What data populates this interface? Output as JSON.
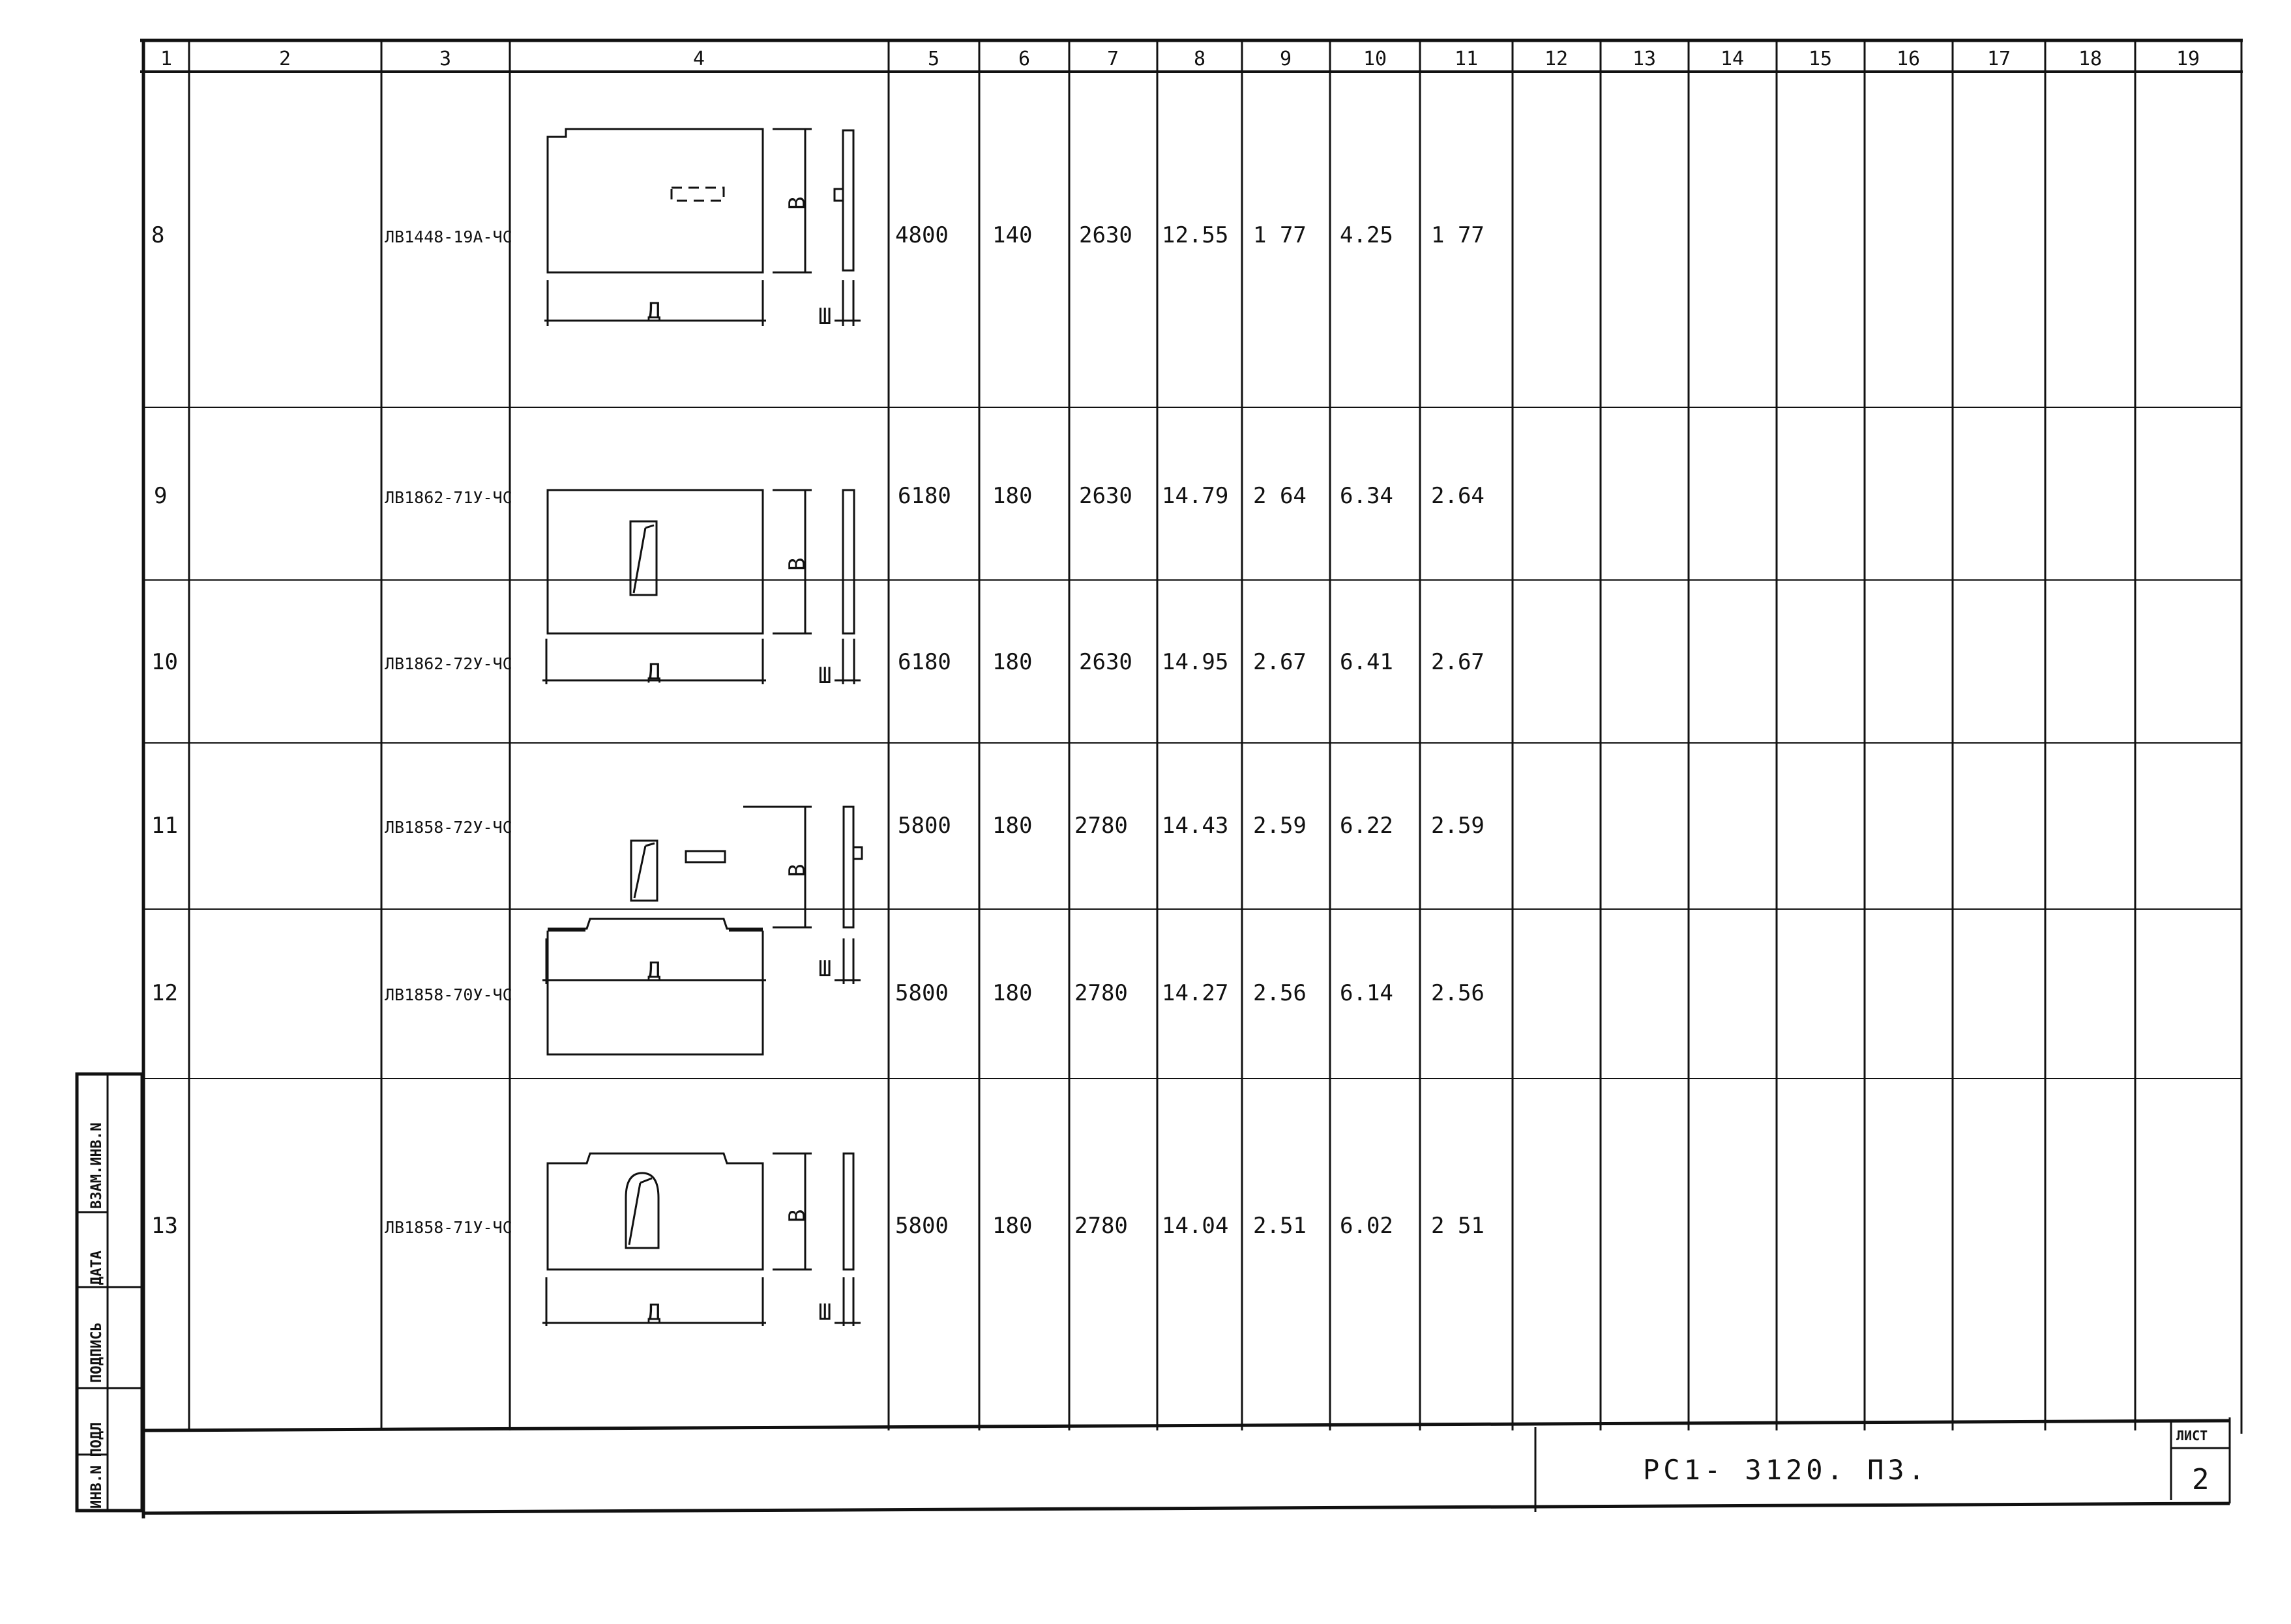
{
  "column_headers": [
    "1",
    "2",
    "3",
    "4",
    "5",
    "6",
    "7",
    "8",
    "9",
    "10",
    "11",
    "12",
    "13",
    "14",
    "15",
    "16",
    "17",
    "18",
    "19"
  ],
  "rows": [
    {
      "num": "8",
      "mark": "ЛВ1448-19А-ЧС",
      "v5": "4800",
      "v6": "140",
      "v7": "2630",
      "v8": "12.55",
      "v9": "1 77",
      "v10": "4.25",
      "v11": "1 77"
    },
    {
      "num": "9",
      "mark": "ЛВ1862-71У-ЧС",
      "v5": "6180",
      "v6": "180",
      "v7": "2630",
      "v8": "14.79",
      "v9": "2 64",
      "v10": "6.34",
      "v11": "2.64"
    },
    {
      "num": "10",
      "mark": "ЛВ1862-72У-ЧС",
      "v5": "6180",
      "v6": "180",
      "v7": "2630",
      "v8": "14.95",
      "v9": "2.67",
      "v10": "6.41",
      "v11": "2.67"
    },
    {
      "num": "11",
      "mark": "ЛВ1858-72У-ЧС",
      "v5": "5800",
      "v6": "180",
      "v7": "2780",
      "v8": "14.43",
      "v9": "2.59",
      "v10": "6.22",
      "v11": "2.59"
    },
    {
      "num": "12",
      "mark": "ЛВ1858-70У-ЧС",
      "v5": "5800",
      "v6": "180",
      "v7": "2780",
      "v8": "14.27",
      "v9": "2.56",
      "v10": "6.14",
      "v11": "2.56"
    },
    {
      "num": "13",
      "mark": "ЛВ1858-71У-ЧС",
      "v5": "5800",
      "v6": "180",
      "v7": "2780",
      "v8": "14.04",
      "v9": "2.51",
      "v10": "6.02",
      "v11": "2 51"
    }
  ],
  "sketch_labels": {
    "length": "Д",
    "height": "В",
    "thickness": "Ш"
  },
  "side_stamp": {
    "inv_no": "ИНВ.N ПОДЛ",
    "signature": "ПОДПИСЬ",
    "date": "ДАТА",
    "vzam": "ВЗАМ.ИНВ.N"
  },
  "title_block": {
    "doc_code": "РС1- 3120. П3.",
    "sheet_label": "ЛИСТ",
    "sheet_no": "2"
  }
}
